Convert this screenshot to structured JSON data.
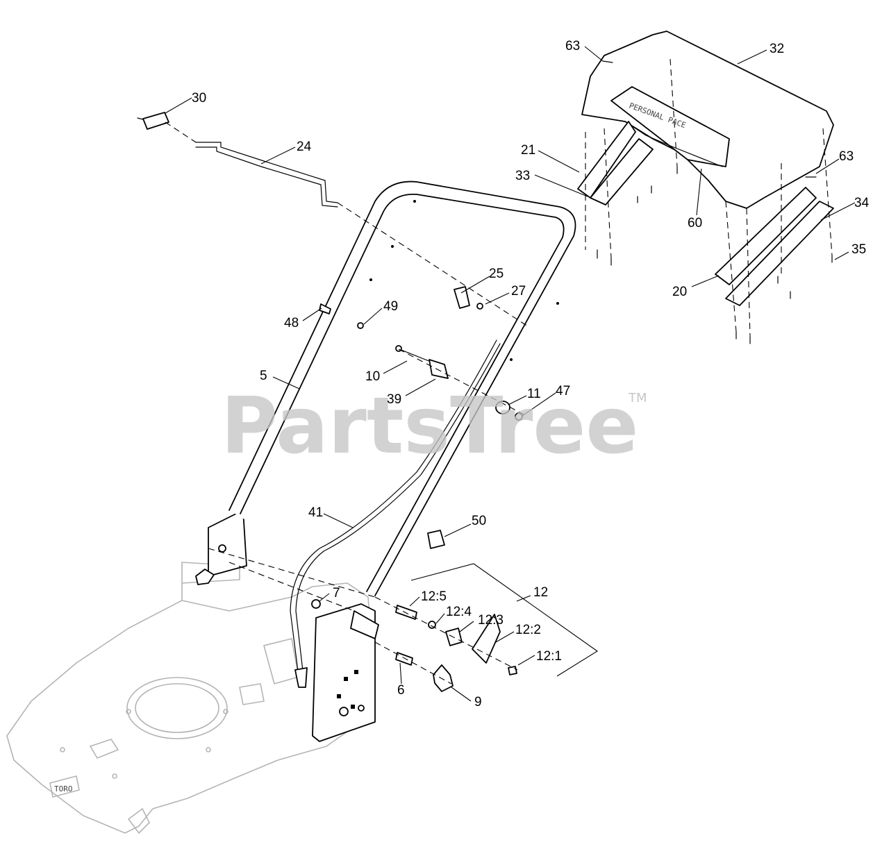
{
  "watermark": {
    "text": "PartsTree",
    "trademark": "TM"
  },
  "callouts": {
    "c63a": "63",
    "c32": "32",
    "c30": "30",
    "c24": "24",
    "c21": "21",
    "c63b": "63",
    "c33": "33",
    "c60": "60",
    "c34": "34",
    "c35": "35",
    "c20": "20",
    "c25": "25",
    "c27": "27",
    "c49": "49",
    "c48": "48",
    "c10": "10",
    "c5": "5",
    "c39": "39",
    "c11": "11",
    "c47": "47",
    "c41": "41",
    "c50": "50",
    "c12": "12",
    "c7": "7",
    "c12_5": "12:5",
    "c12_4": "12:4",
    "c12_3": "12:3",
    "c12_2": "12:2",
    "c12_1": "12:1",
    "c6": "6",
    "c9": "9"
  },
  "deck_logo": "TORO",
  "cover_text": "PERSONAL PACE"
}
